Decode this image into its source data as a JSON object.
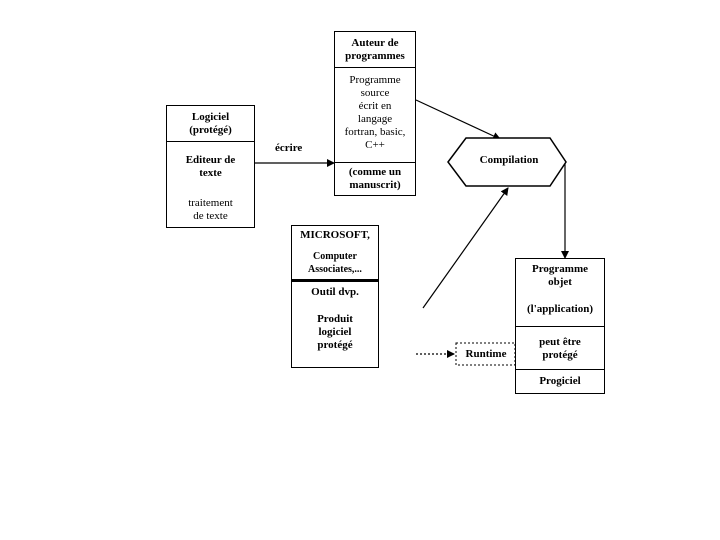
{
  "logiciel_box": {
    "header": [
      "Logiciel",
      "(protégé)"
    ],
    "middle": [
      "Editeur de",
      "texte"
    ],
    "bottom": [
      "traitement",
      "de texte"
    ]
  },
  "auteur_box": {
    "header": [
      "Auteur de",
      "programmes"
    ],
    "middle": [
      "Programme",
      "source",
      "écrit en",
      "langage",
      "fortran, basic,",
      "C++"
    ],
    "bottom": [
      "(comme un",
      "manuscrit)"
    ]
  },
  "ecrire_label": "écrire",
  "compilation_label": "Compilation",
  "microsoft_box": {
    "header": [
      "MICROSOFT,",
      "Computer",
      "Associates,..."
    ],
    "middle": "Outil dvp.",
    "bottom": [
      "Produit",
      "logiciel",
      "protégé"
    ]
  },
  "programme_box": {
    "header": [
      "Programme",
      "objet"
    ],
    "middle": "(l'application)",
    "middle2": [
      "peut être",
      "protégé"
    ],
    "bottom": "Progiciel"
  },
  "runtime_label": "Runtime"
}
